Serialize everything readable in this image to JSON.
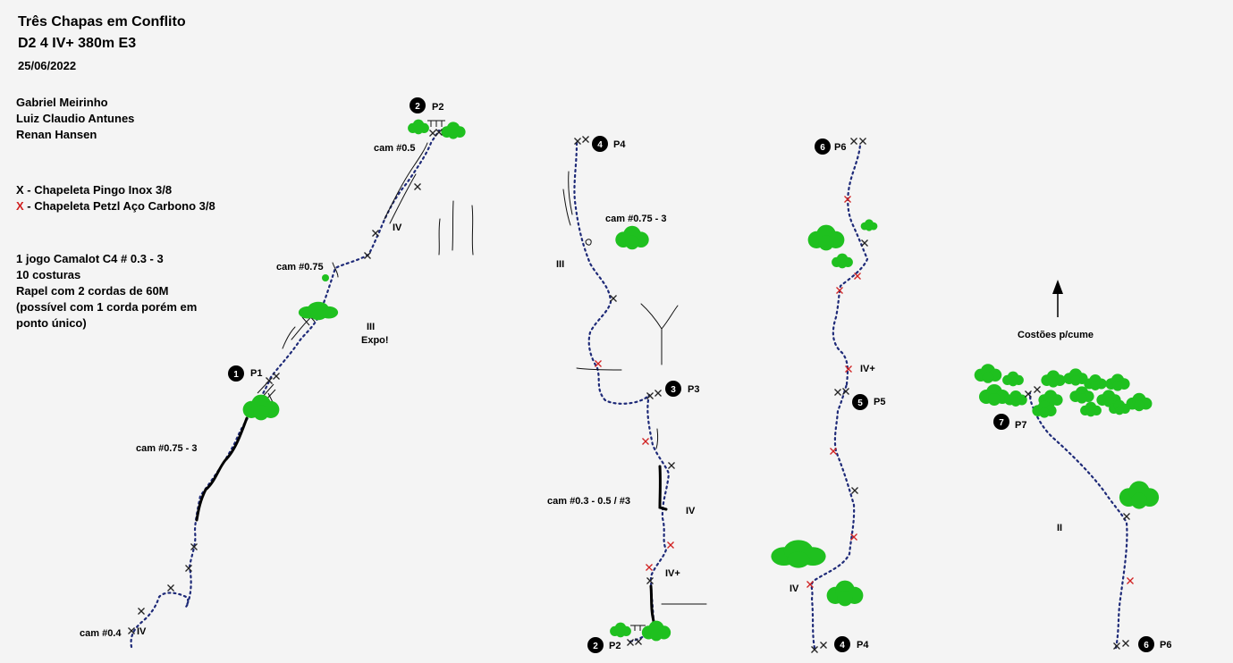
{
  "header": {
    "title": "Três Chapas em Conflito",
    "grade": "D2 4 IV+ 380m E3",
    "date": "25/06/2022"
  },
  "climbers": [
    "Gabriel Meirinho",
    "Luiz Claudio Antunes",
    "Renan Hansen"
  ],
  "legend": {
    "x_symbol": "X",
    "x_label": " - Chapeleta Pingo Inox 3/8",
    "red_x_label": " - Chapeleta Petzl Aço Carbono 3/8"
  },
  "gear": [
    "1 jogo Camalot C4 # 0.3 - 3",
    "10 costuras",
    "Rapel com 2 cordas de 60M",
    "(possível com 1 corda porém em",
    "ponto único)"
  ],
  "colors": {
    "route": "#1e2a78",
    "bolt_steel": "#222222",
    "bolt_carbon": "#d02020",
    "vegetation": "#1fc01f",
    "background": "#f4f4f4"
  },
  "labels": {
    "p1": "P1",
    "p2_top": "P2",
    "p2_bottom": "P2",
    "p3": "P3",
    "p4_top": "P4",
    "p4_bottom": "P4",
    "p5": "P5",
    "p6_top": "P6",
    "p6_bottom": "P6",
    "p7": "P7",
    "n1": "1",
    "n2": "2",
    "n3": "3",
    "n4": "4",
    "n5": "5",
    "n6": "6",
    "n7": "7",
    "cam_04": "cam #0.4",
    "grade_iv_1": "IV",
    "cam_075_3_a": "cam #0.75 - 3",
    "cam_075": "cam #0.75",
    "grade_iii_expo": "III",
    "expo": "Expo!",
    "grade_iv_2": "IV",
    "cam_05": "cam #0.5",
    "cam_075_3_b": "cam #0.75 - 3",
    "grade_iii_2": "III",
    "cam_03_05_3": "cam #0.3 - 0.5 / #3",
    "grade_iv_3": "IV",
    "grade_ivp_1": "IV+",
    "grade_ivp_2": "IV+",
    "grade_iv_4": "IV",
    "grade_ii": "II",
    "costoes": "Costões p/cume"
  }
}
